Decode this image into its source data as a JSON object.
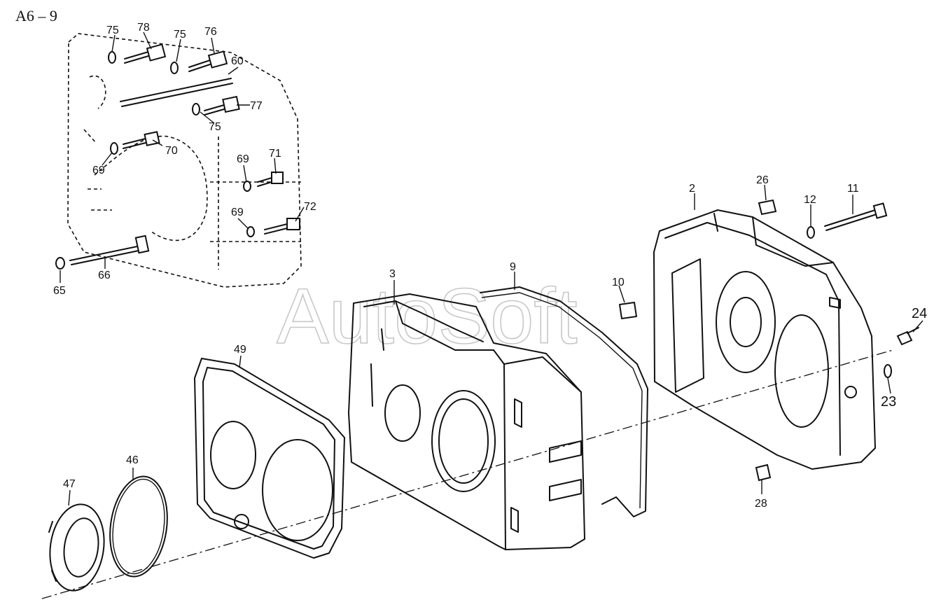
{
  "sheet_title": "A6 – 9",
  "watermark": "AutoSoft",
  "callouts": {
    "c75a": "75",
    "c78": "78",
    "c75b": "75",
    "c76": "76",
    "c60": "60",
    "c77": "77",
    "c75c": "75",
    "c70": "70",
    "c69a": "69",
    "c69b": "69",
    "c71": "71",
    "c69c": "69",
    "c72": "72",
    "c66": "66",
    "c65": "65",
    "c3": "3",
    "c9": "9",
    "c10": "10",
    "c2": "2",
    "c26": "26",
    "c12": "12",
    "c11": "11",
    "c24": "24",
    "c23": "23",
    "c28": "28",
    "c49": "49",
    "c46": "46",
    "c47": "47"
  }
}
